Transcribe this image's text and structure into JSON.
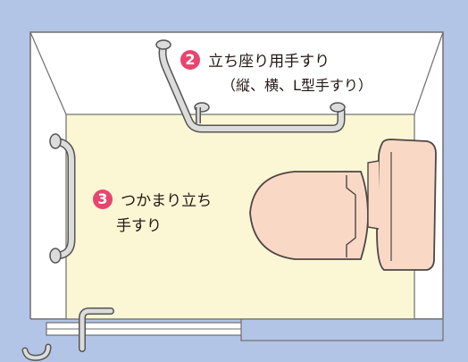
{
  "labels": {
    "stand_sit_rail": {
      "number": "2",
      "title": "立ち座り用手すり",
      "subtitle": "（縦、横、L型手すり）"
    },
    "hold_stand_rail": {
      "number": "3",
      "line1": "つかまり立ち",
      "line2": "手すり"
    }
  },
  "colors": {
    "wall": "#b3c5e6",
    "wall_outline": "#6f6f6f",
    "floor": "#fbf7d4",
    "ceiling_white": "#ffffff",
    "toilet_fill": "#f9d9c6",
    "toilet_outline": "#4e4644",
    "rail_fill": "#dcdcdc",
    "rail_outline": "#555555",
    "badge": "#e6466e",
    "text": "#231815"
  }
}
